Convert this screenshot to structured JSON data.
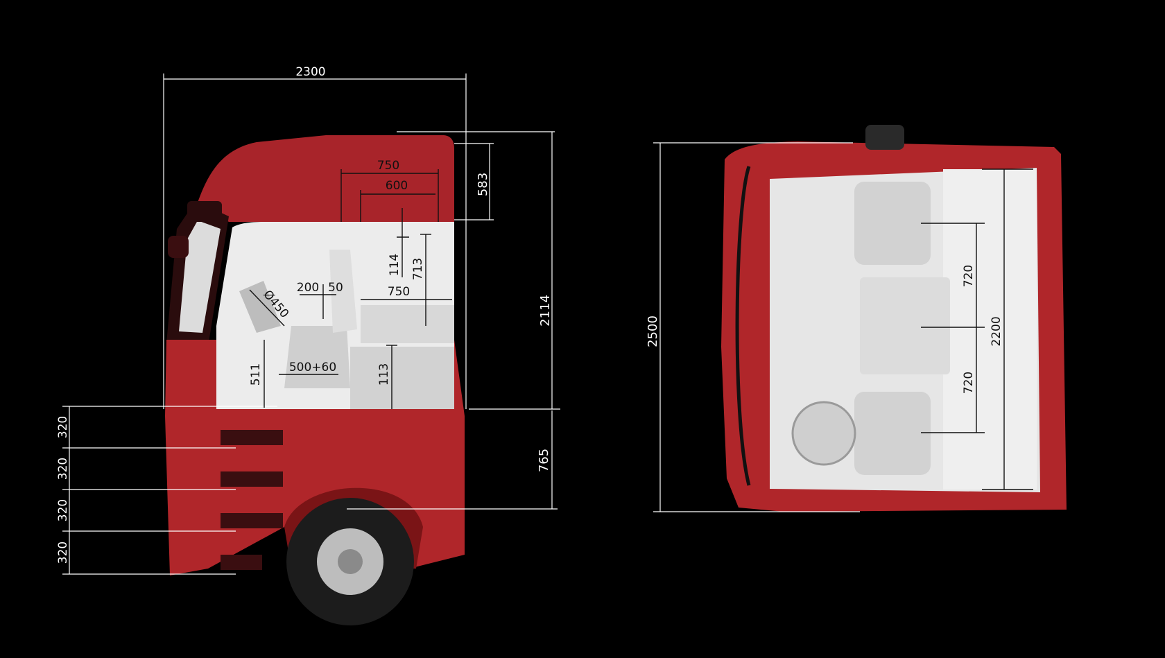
{
  "colors": {
    "background": "#000000",
    "cab_red": "#b0262a",
    "cab_red_dark": "#7a1416",
    "interior": "#ececec",
    "dimension_line_light": "#ffffff",
    "dimension_line_dark": "#111111"
  },
  "side_view": {
    "overall_width": "2300",
    "roof_height": "583",
    "cab_height": "2114",
    "floor_height": "765",
    "step_height": "320",
    "bunk_outer": "750",
    "bunk_inner": "600",
    "headroom_top": "114",
    "headroom_bunk": "713",
    "seat_adjust_a": "200",
    "seat_adjust_b": "50",
    "steering_diameter": "Ø450",
    "lower_bunk": "750",
    "seat_depth": "500+60",
    "seat_floor": "511",
    "bunk_floor": "113"
  },
  "top_view": {
    "overall_width": "2500",
    "interior_length": "2200",
    "seat_space_upper": "720",
    "seat_space_lower": "720"
  }
}
